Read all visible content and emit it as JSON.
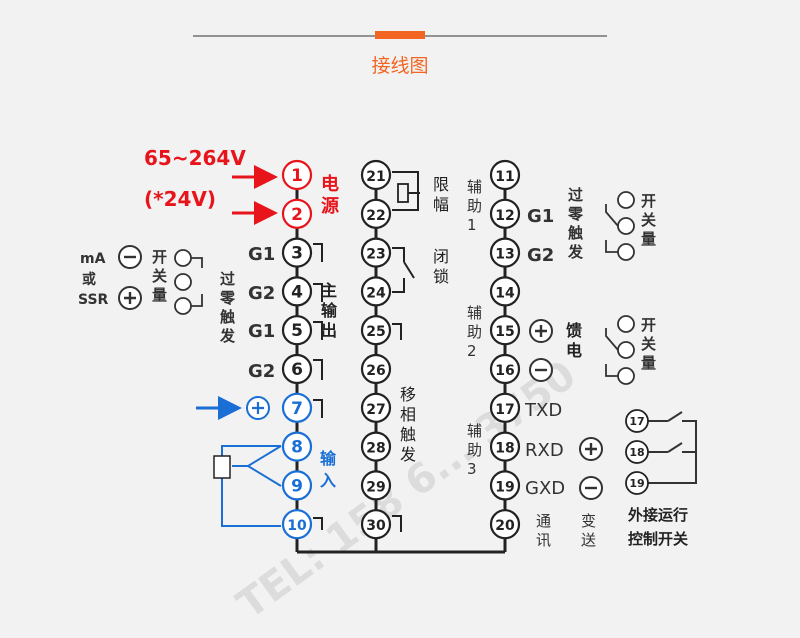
{
  "header": {
    "title": "接线图",
    "accent_color": "#f26522"
  },
  "colors": {
    "red": "#e8141b",
    "blue": "#1a6fd6",
    "ink": "#222222",
    "watermark": "#dcdcdc"
  },
  "power": {
    "voltage": "65~264V",
    "alt_voltage": "(*24V)",
    "label": "电源"
  },
  "terminals": [
    {
      "n": "1",
      "color": "red"
    },
    {
      "n": "2",
      "color": "red"
    },
    {
      "n": "3"
    },
    {
      "n": "4"
    },
    {
      "n": "5"
    },
    {
      "n": "6"
    },
    {
      "n": "7",
      "color": "blue"
    },
    {
      "n": "8",
      "color": "blue"
    },
    {
      "n": "9",
      "color": "blue"
    },
    {
      "n": "10",
      "color": "blue"
    },
    {
      "n": "11"
    },
    {
      "n": "12"
    },
    {
      "n": "13"
    },
    {
      "n": "14"
    },
    {
      "n": "15"
    },
    {
      "n": "16"
    },
    {
      "n": "17"
    },
    {
      "n": "18"
    },
    {
      "n": "19"
    },
    {
      "n": "20"
    },
    {
      "n": "21"
    },
    {
      "n": "22"
    },
    {
      "n": "23"
    },
    {
      "n": "24"
    },
    {
      "n": "25"
    },
    {
      "n": "26"
    },
    {
      "n": "27"
    },
    {
      "n": "28"
    },
    {
      "n": "29"
    },
    {
      "n": "30"
    },
    {
      "n": "17",
      "small": true
    },
    {
      "n": "18",
      "small": true
    },
    {
      "n": "19",
      "small": true
    }
  ],
  "left_labels": {
    "g1a": "G1",
    "g2a": "G2",
    "g1b": "G1",
    "g2b": "G2"
  },
  "main_output": "主输出",
  "input_label": "输入",
  "ma_or_ssr": {
    "ma": "mA",
    "or": "或",
    "ssr": "SSR"
  },
  "switch_qty": "开关量",
  "zero_cross": "过零触发",
  "limit": "限幅",
  "lock": "闭锁",
  "phase_shift": "移相触发",
  "aux1": "辅助1",
  "aux2": "辅助2",
  "aux3": "辅助3",
  "right_labels": {
    "g1": "G1",
    "g2": "G2",
    "txd": "TXD",
    "rxd": "RXD",
    "gxd": "GXD"
  },
  "feedback": "馈电",
  "comm": "通讯",
  "transmit": "变送",
  "ext_run": {
    "line1": "外接运行",
    "line2": "控制开关"
  },
  "watermark": "TEL: 158 6... 3750"
}
